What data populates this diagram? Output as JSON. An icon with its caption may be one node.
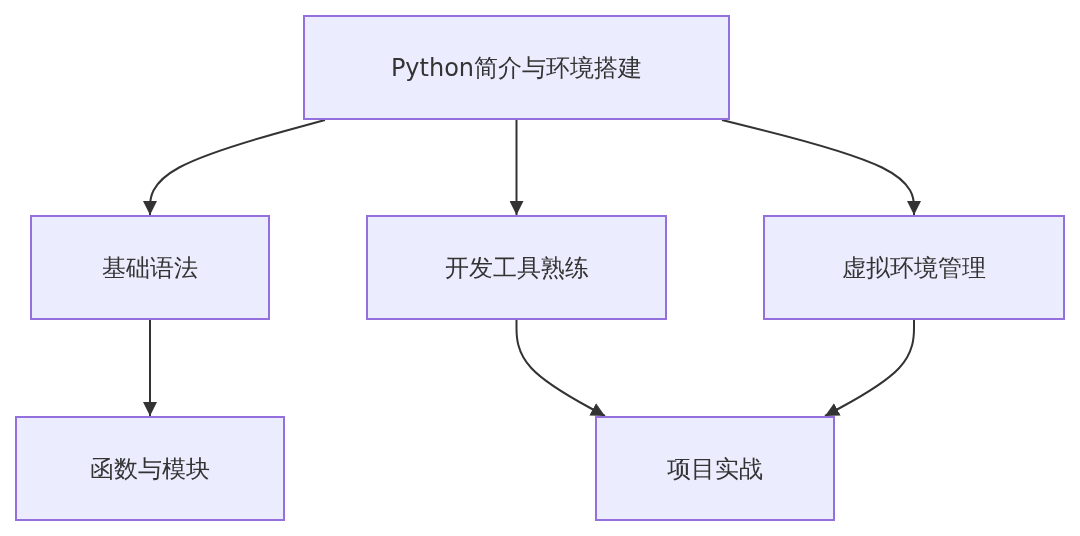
{
  "diagram": {
    "nodes": [
      {
        "text": [
          "Python简介与环境搭建"
        ]
      },
      {
        "text": [
          "基础语法"
        ]
      },
      {
        "text": [
          "开发工具熟练"
        ]
      },
      {
        "text": [
          "虚拟环境管理"
        ]
      },
      {
        "text": [
          "函数与模块"
        ]
      },
      {
        "text": [
          "项目实战"
        ]
      }
    ],
    "edges": [
      {
        "from": 0,
        "to": 1,
        "arrow": "to"
      },
      {
        "from": 0,
        "to": 2,
        "arrow": "to"
      },
      {
        "from": 0,
        "to": 3,
        "arrow": "to"
      },
      {
        "from": 1,
        "to": 4,
        "arrow": "to"
      },
      {
        "from": 2,
        "to": 5,
        "arrow": "to"
      },
      {
        "from": 3,
        "to": 5,
        "arrow": "to"
      }
    ]
  }
}
